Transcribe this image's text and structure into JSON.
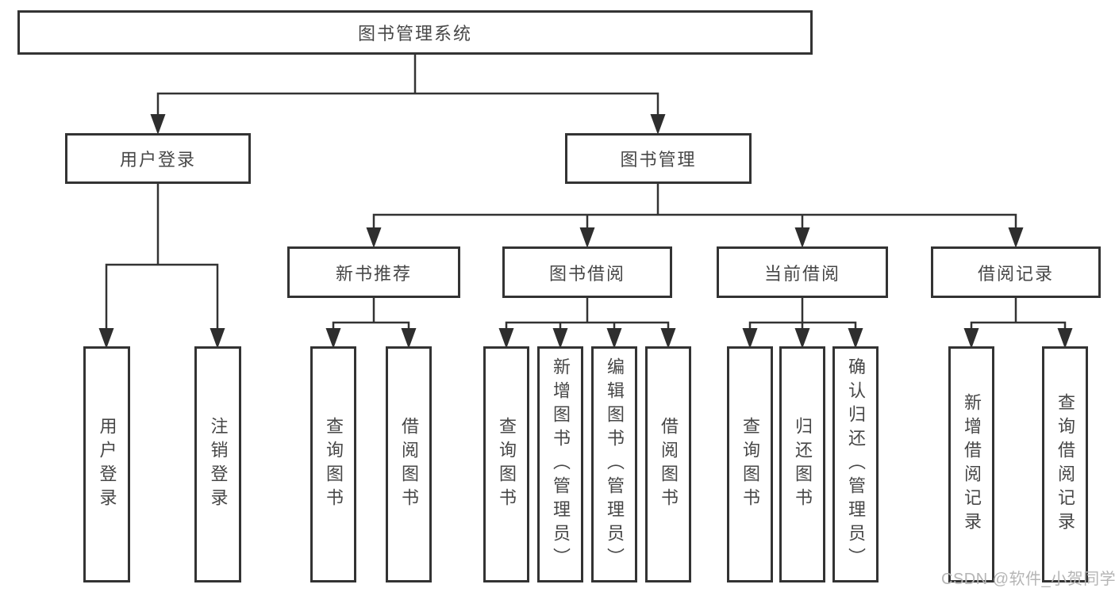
{
  "nodes": {
    "root": {
      "label": "图书管理系统"
    },
    "level2": {
      "user_login": {
        "label": "用户登录"
      },
      "book_management": {
        "label": "图书管理"
      }
    },
    "level3": {
      "new_book_recommend": {
        "label": "新书推荐"
      },
      "book_borrowing": {
        "label": "图书借阅"
      },
      "current_borrowing": {
        "label": "当前借阅"
      },
      "borrowing_records": {
        "label": "借阅记录"
      }
    },
    "leaves": {
      "user_login": {
        "label": "用户登录"
      },
      "logout": {
        "label": "注销登录"
      },
      "query_books_1": {
        "label": "查询图书"
      },
      "borrow_books_1": {
        "label": "借阅图书"
      },
      "query_books_2": {
        "label": "查询图书"
      },
      "add_books_admin": {
        "label": "新增图书（管理员）"
      },
      "edit_books_admin": {
        "label": "编辑图书（管理员）"
      },
      "borrow_books_2": {
        "label": "借阅图书"
      },
      "query_books_3": {
        "label": "查询图书"
      },
      "return_books": {
        "label": "归还图书"
      },
      "confirm_return_admin": {
        "label": "确认归还（管理员）"
      },
      "add_borrow_record": {
        "label": "新增借阅记录"
      },
      "query_borrow_record": {
        "label": "查询借阅记录"
      }
    }
  },
  "watermark": "CSDN @软件_小贺同学",
  "colors": {
    "line": "#333333",
    "arrow": "#2e2e2e",
    "node_border": "#333333",
    "node_text": "#474747",
    "watermark": "#b5b5b5",
    "background": "#ffffff"
  }
}
